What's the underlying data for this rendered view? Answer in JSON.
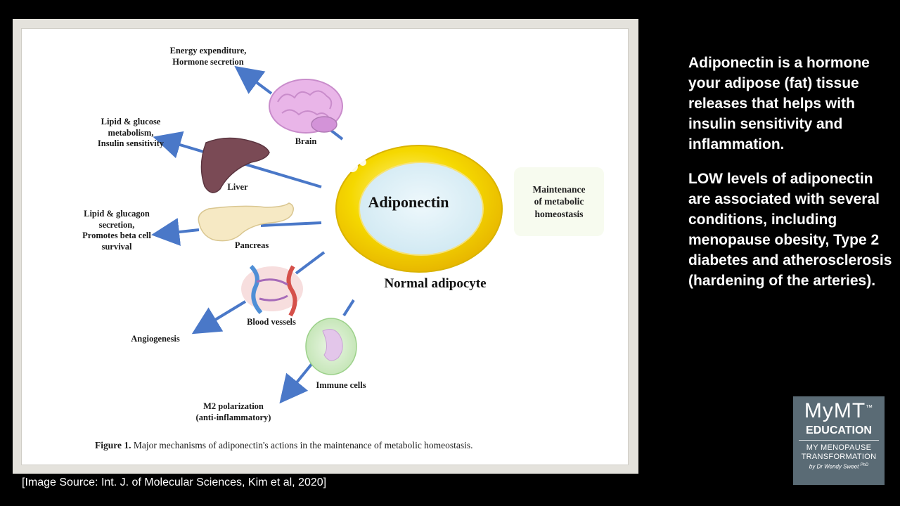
{
  "diagram": {
    "organ_labels": {
      "brain": "Brain",
      "liver": "Liver",
      "pancreas": "Pancreas",
      "blood_vessels": "Blood vessels",
      "immune_cells": "Immune cells"
    },
    "effect_labels": {
      "energy": "Energy expenditure,\nHormone secretion",
      "lipid_glucose": "Lipid & glucose\nmetabolism,\nInsulin sensitivity",
      "lipid_glucagon": "Lipid & glucagon\nsecretion,\nPromotes beta cell\nsurvival",
      "angiogenesis": "Angiogenesis",
      "m2": "M2 polarization\n(anti-inflammatory)"
    },
    "center_label": "Adiponectin",
    "cell_label": "Normal adipocyte",
    "maintenance_label": "Maintenance\nof metabolic\nhomeostasis",
    "caption_prefix": "Figure 1.",
    "caption_text": " Major mechanisms of adiponectin's actions in the maintenance of metabolic homeostasis.",
    "colors": {
      "arrow": "#4a78c8",
      "adipocyte_outer": "#f5d800",
      "adipocyte_inner": "#dff1f8",
      "brain": "#e9b5e8",
      "liver": "#7a4a55",
      "pancreas": "#f6e9c4"
    }
  },
  "side_text": {
    "paragraph1": "Adiponectin is a hormone your adipose (fat) tissue releases that helps with insulin sensitivity and inflammation.",
    "paragraph2": "LOW levels of adiponectin are associated with several conditions, including menopause obesity, Type 2 diabetes and atherosclerosis (hardening of the arteries)."
  },
  "source": "[Image Source: Int. J. of Molecular Sciences, Kim et al, 2020]",
  "logo": {
    "main": "MyMT",
    "trademark": "™",
    "sub": "EDUCATION",
    "tagline1": "MY MENOPAUSE",
    "tagline2": "TRANSFORMATION",
    "byline": "by Dr Wendy Sweet",
    "credential": "PhD",
    "background": "#5a6b75"
  }
}
